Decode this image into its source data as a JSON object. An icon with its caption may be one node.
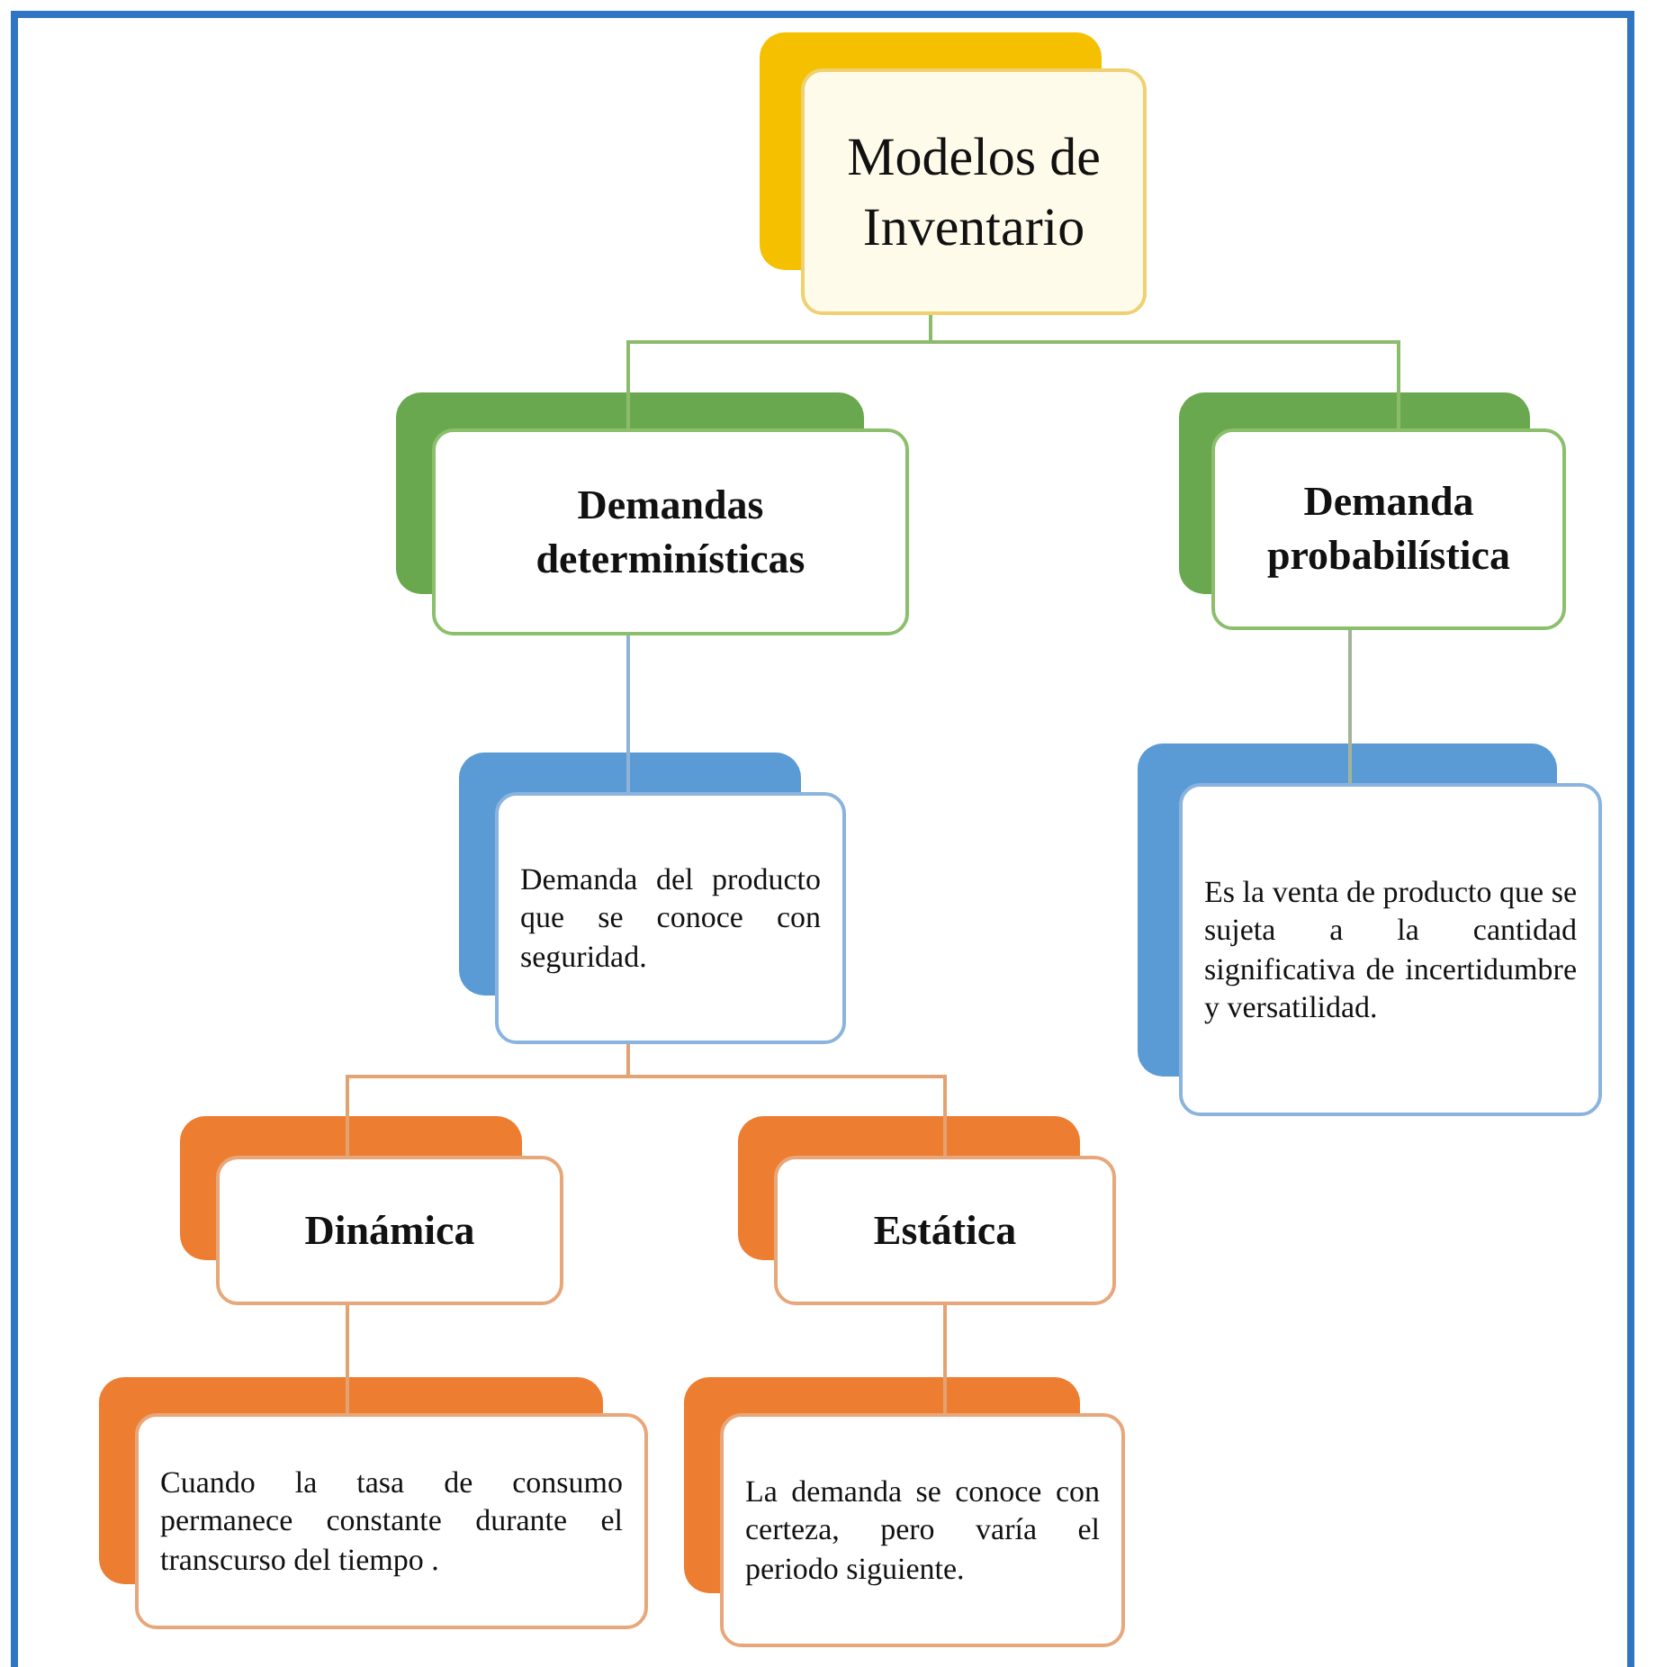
{
  "diagram": {
    "nodes": [
      {
        "text": [
          "Modelos de Inventario"
        ]
      },
      {
        "text": [
          "Demandas determinísticas"
        ]
      },
      {
        "text": [
          "Demanda probabilística"
        ]
      },
      {
        "text": [
          "Demanda del producto que se conoce con seguridad."
        ]
      },
      {
        "text": [
          "Es la venta de producto que se sujeta a la cantidad significativa de incertidumbre y versatilidad."
        ]
      },
      {
        "text": [
          "Dinámica"
        ]
      },
      {
        "text": [
          "Estática"
        ]
      },
      {
        "text": [
          "Cuando la tasa de consumo permanece constante durante el transcurso del tiempo ."
        ]
      },
      {
        "text": [
          "La demanda se conoce con certeza, pero varía el periodo siguiente."
        ]
      }
    ],
    "edges": [
      {
        "from": 0,
        "to": 1,
        "arrow": "none",
        "color": "#8dbb6c"
      },
      {
        "from": 0,
        "to": 2,
        "arrow": "none",
        "color": "#8dbb6c"
      },
      {
        "from": 1,
        "to": 3,
        "arrow": "none",
        "color": "#8fb3d6"
      },
      {
        "from": 2,
        "to": 4,
        "arrow": "none",
        "color": "#a3b39a"
      },
      {
        "from": 3,
        "to": 5,
        "arrow": "none"
      },
      {
        "from": 3,
        "to": 6,
        "arrow": "none"
      },
      {
        "from": 5,
        "to": 7,
        "arrow": "none"
      },
      {
        "from": 6,
        "to": 8,
        "arrow": "none"
      }
    ]
  }
}
